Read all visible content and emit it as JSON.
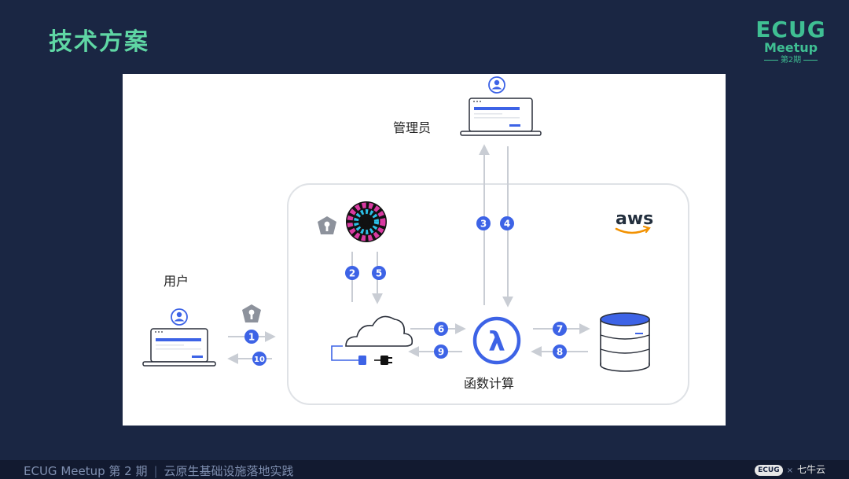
{
  "slide": {
    "title": "技术方案"
  },
  "brand": {
    "line1": "ECUG",
    "line2": "Meetup",
    "line3": "第2期"
  },
  "diagram": {
    "labels": {
      "admin": "管理员",
      "user": "用户",
      "function_compute": "函数计算",
      "aws": "aws"
    },
    "steps": [
      "1",
      "2",
      "3",
      "4",
      "5",
      "6",
      "7",
      "8",
      "9",
      "10"
    ]
  },
  "footer": {
    "left": "ECUG Meetup 第 2 期",
    "separator": "|",
    "subtitle": "云原生基础设施落地实践",
    "badge": "ECUG",
    "times": "×",
    "partner": "七牛云"
  },
  "colors": {
    "accent_blue": "#3d63e6",
    "title_green": "#5fd6a4",
    "background": "#1a2643",
    "arrow_gray": "#c9cdd4"
  }
}
